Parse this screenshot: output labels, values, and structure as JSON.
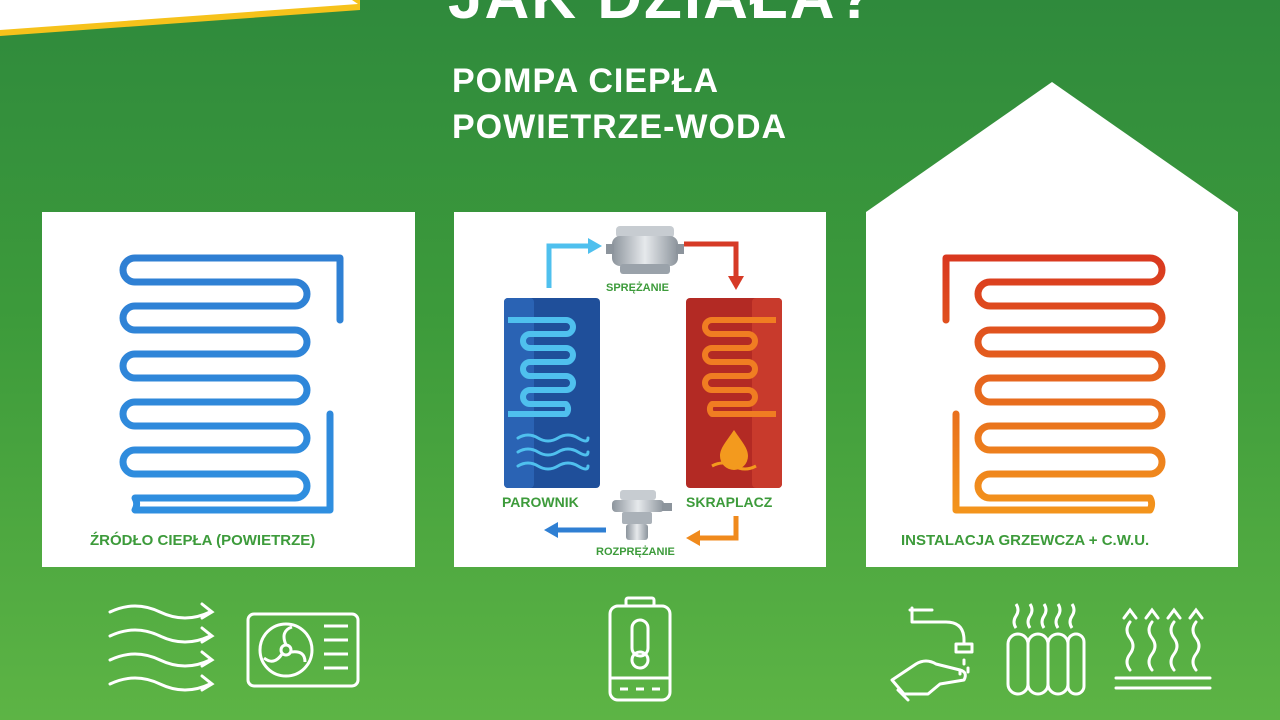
{
  "header": {
    "title": "JAK DZIAŁA?",
    "subtitle_line1": "POMPA CIEPŁA",
    "subtitle_line2": "POWIETRZE-WODA"
  },
  "panels": {
    "source_label": "ŹRÓDŁO CIEPŁA (POWIETRZE)",
    "installation_label": "INSTALACJA GRZEWCZA + C.W.U."
  },
  "components": {
    "evaporator": "PAROWNIK",
    "condenser": "SKRAPLACZ",
    "compression": "SPRĘŻANIE",
    "expansion": "ROZPRĘŻANIE"
  },
  "icons": {
    "air_flow": "air-flow-icon",
    "outdoor_unit": "outdoor-unit-fan-icon",
    "boiler_thermometer": "boiler-thermometer-icon",
    "faucet_hand": "faucet-hand-icon",
    "radiator": "radiator-icon",
    "floor_heating": "floor-heating-icon"
  },
  "colors": {
    "green_dark": "#2f8a3c",
    "green_light": "#5db445",
    "cold_blue": "#2f86d6",
    "cold_light": "#4fc0ee",
    "hot_red": "#d63a26",
    "hot_orange": "#f08a1c",
    "evaporator_fill": "#1f4f9a",
    "condenser_fill": "#b32a24"
  }
}
